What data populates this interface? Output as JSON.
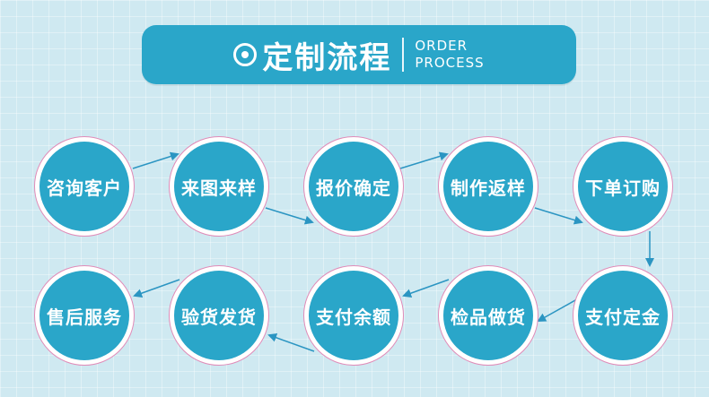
{
  "header": {
    "title": "定制流程",
    "subtitle_line1": "ORDER",
    "subtitle_line2": "PROCESS"
  },
  "steps": [
    {
      "label": "咨询客户"
    },
    {
      "label": "来图来样"
    },
    {
      "label": "报价确定"
    },
    {
      "label": "制作返样"
    },
    {
      "label": "下单订购"
    },
    {
      "label": "支付定金"
    },
    {
      "label": "检品做货"
    },
    {
      "label": "支付余额"
    },
    {
      "label": "验货发货"
    },
    {
      "label": "售后服务"
    }
  ],
  "colors": {
    "background": "#cfe9f1",
    "accent": "#2aa6c9",
    "ring": "#e08bb8",
    "arrow": "#2b95c2"
  }
}
